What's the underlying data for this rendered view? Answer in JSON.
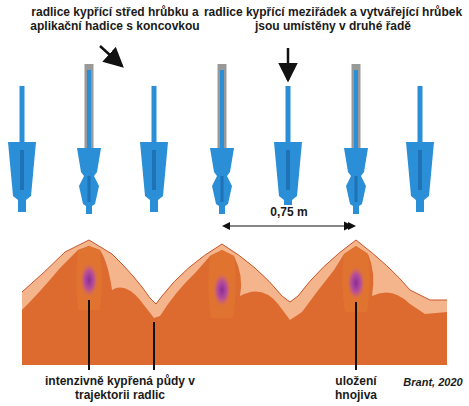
{
  "diagram": {
    "labels": [
      "radlice kypřící střed hrůbku a aplikační hadice s koncovkou",
      "radlice kypřící meziřádek a vytvářející hrůbek jsou umístěny v druhé řadě",
      "0,75 m",
      "intenzivně kypřená půdy v trajektorii radlic",
      "uložení hnojiva",
      "Brant, 2020"
    ]
  }
}
